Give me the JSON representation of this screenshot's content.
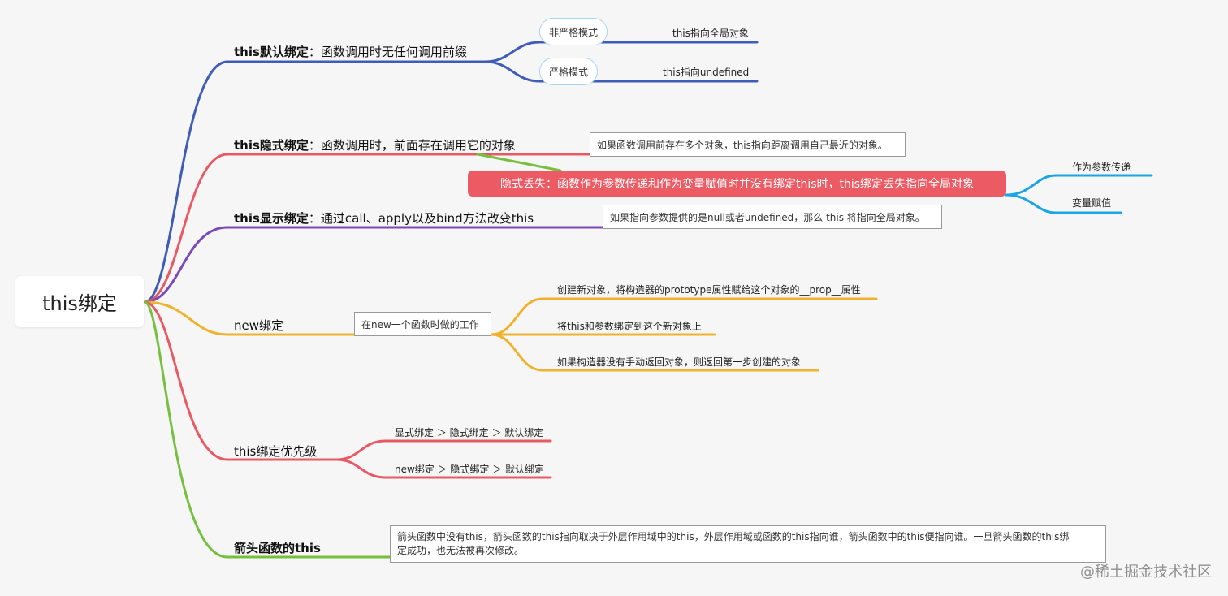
{
  "root": {
    "label": "this绑定"
  },
  "branches": {
    "default": {
      "label_bold": "this默认绑定",
      "label_rest": "：函数调用时无任何调用前缀",
      "modes": [
        {
          "pill": "非严格模式",
          "leaf": "this指向全局对象"
        },
        {
          "pill": "严格模式",
          "leaf": "this指向undefined"
        }
      ]
    },
    "implicit": {
      "label_bold": "this隐式绑定",
      "label_rest": "：函数调用时，前面存在调用它的对象",
      "note": "如果函数调用前存在多个对象，this指向距离调用自己最近的对象。",
      "loss": "隐式丢失：函数作为参数传递和作为变量赋值时并没有绑定this时，this绑定丢失指向全局对象",
      "loss_cases": [
        "作为参数传递",
        "变量赋值"
      ]
    },
    "explicit": {
      "label_bold": "this显示绑定",
      "label_rest": "：通过call、apply以及bind方法改变this",
      "note": "如果指向参数提供的是null或者undefined，那么 this 将指向全局对象。"
    },
    "new_binding": {
      "label": "new绑定",
      "note": "在new一个函数时做的工作",
      "steps": [
        "创建新对象，将构造器的prototype属性赋给这个对象的__prop__属性",
        "将this和参数绑定到这个新对象上",
        "如果构造器没有手动返回对象，则返回第一步创建的对象"
      ]
    },
    "priority": {
      "label": "this绑定优先级",
      "items": [
        "显式绑定 ＞ 隐式绑定 ＞ 默认绑定",
        "new绑定 ＞ 隐式绑定 ＞ 默认绑定"
      ]
    },
    "arrow": {
      "label": "箭头函数的this",
      "note_line1": "箭头函数中没有this，箭头函数的this指向取决于外层作用域中的this，外层作用域或函数的this指向谁，箭头函数中的this便指向谁。一旦箭头函数的this绑",
      "note_line2": "定成功，也无法被再次修改。"
    }
  },
  "watermark": "@稀土掘金技术社区",
  "colors": {
    "blue": "#3f5cb6",
    "red": "#e85a63",
    "green": "#77bf3f",
    "purple": "#7a4bb8",
    "orange": "#f0b22d",
    "sky": "#1aa6e4"
  }
}
